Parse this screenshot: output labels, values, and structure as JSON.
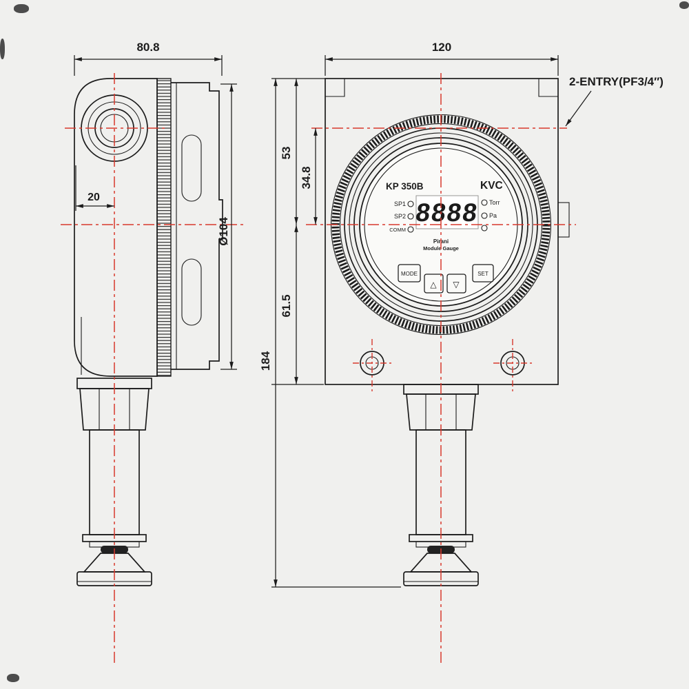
{
  "drawing": {
    "colors": {
      "line": "#1c1c1c",
      "centerline": "#d7382c",
      "background": "#f0f0ee"
    }
  },
  "dims": {
    "side_width": "80.8",
    "front_width": "120",
    "entry_offset": "20",
    "bezel_diameter": "Ø104",
    "top_to_center": "53",
    "entry_to_center": "34.8",
    "center_to_base": "61.5",
    "total_height": "184",
    "entry_note": "2-ENTRY(PF3/4″)"
  },
  "faceplate": {
    "model": "KP 350B",
    "brand": "KVC",
    "readout": "8888",
    "leds_left": [
      "SP1",
      "SP2",
      "COMM"
    ],
    "leds_right": [
      "Torr",
      "Pa"
    ],
    "caption_line1": "Pirani",
    "caption_line2": "Module Gauge",
    "buttons": {
      "mode": "MODE",
      "up": "△",
      "down": "▽",
      "set": "SET"
    }
  }
}
